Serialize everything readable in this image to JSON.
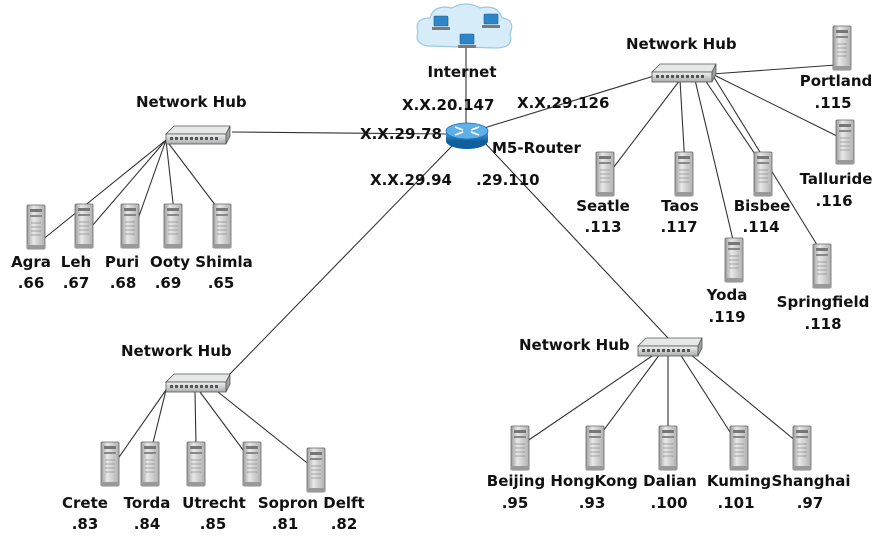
{
  "internet": {
    "label": "Internet"
  },
  "router": {
    "label": "M5-Router"
  },
  "links": {
    "internet_ip": "X.X.20.147",
    "west_ip": "X.X.29.78",
    "northeast_ip": "X.X.29.126",
    "southwest_ip": "X.X.29.94",
    "southeast_ip": ".29.110"
  },
  "hubs": {
    "west": {
      "label": "Network Hub"
    },
    "northeast": {
      "label": "Network Hub"
    },
    "southwest": {
      "label": "Network Hub"
    },
    "southeast": {
      "label": "Network Hub"
    }
  },
  "servers": {
    "agra": {
      "name": "Agra",
      "ip": ".66"
    },
    "leh": {
      "name": "Leh",
      "ip": ".67"
    },
    "puri": {
      "name": "Puri",
      "ip": ".68"
    },
    "ooty": {
      "name": "Ooty",
      "ip": ".69"
    },
    "shimla": {
      "name": "Shimla",
      "ip": ".65"
    },
    "seatle": {
      "name": "Seatle",
      "ip": ".113"
    },
    "taos": {
      "name": "Taos",
      "ip": ".117"
    },
    "bisbee": {
      "name": "Bisbee",
      "ip": ".114"
    },
    "yoda": {
      "name": "Yoda",
      "ip": ".119"
    },
    "springfield": {
      "name": "Springfield",
      "ip": ".118"
    },
    "portland": {
      "name": "Portland",
      "ip": ".115"
    },
    "talluride": {
      "name": "Talluride",
      "ip": ".116"
    },
    "crete": {
      "name": "Crete",
      "ip": ".83"
    },
    "torda": {
      "name": "Torda",
      "ip": ".84"
    },
    "utrecht": {
      "name": "Utrecht",
      "ip": ".85"
    },
    "sopron": {
      "name": "Sopron",
      "ip": ".81"
    },
    "delft": {
      "name": "Delft",
      "ip": ".82"
    },
    "beijing": {
      "name": "Beijing",
      "ip": ".95"
    },
    "hongkong": {
      "name": "HongKong",
      "ip": ".93"
    },
    "dalian": {
      "name": "Dalian",
      "ip": ".100"
    },
    "kuming": {
      "name": "Kuming",
      "ip": ".101"
    },
    "shanghai": {
      "name": "Shanghai",
      "ip": ".97"
    }
  },
  "colors": {
    "line": "#333333",
    "router": "#1a74b8",
    "cloud": "#d6ecf8",
    "monitor": "#2e86c8",
    "hub": "#cfd2d3",
    "server": "#c8c8c8"
  }
}
